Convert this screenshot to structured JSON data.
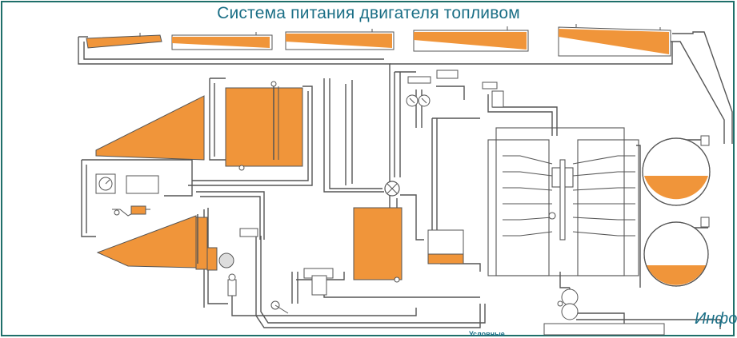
{
  "title": "Система питания двигателя топливом",
  "info_label": "Инфо",
  "legend_label": "Условные",
  "colors": {
    "fuel": "#f0953a",
    "fuel_dark": "#d9802e",
    "pipe": "#555555",
    "border": "#1f6f6a",
    "title": "#1b6f86"
  },
  "components": {
    "wing_tanks": "wing-tank",
    "main_tanks": "main-tank",
    "spherical_tanks": "spherical-tank",
    "engine_unit": "engine-unit",
    "control_block": "control-block",
    "pump": "pump-icon",
    "gauge": "gauge-icon"
  }
}
